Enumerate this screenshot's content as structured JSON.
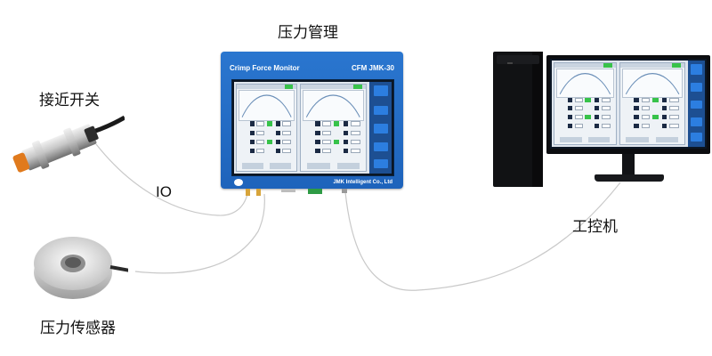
{
  "labels": {
    "pressure_management": "压力管理",
    "proximity_switch": "接近开关",
    "io": "IO",
    "industrial_pc": "工控机",
    "pressure_sensor": "压力传感器"
  },
  "device": {
    "title": "Crimp Force Monitor",
    "model": "CFM JMK-30",
    "company": "JMK Intelligent Co., Ltd"
  },
  "colors": {
    "device_blue": "#2a76cf",
    "hmi_green": "#38c24a",
    "cable": "#c9c9c9"
  }
}
